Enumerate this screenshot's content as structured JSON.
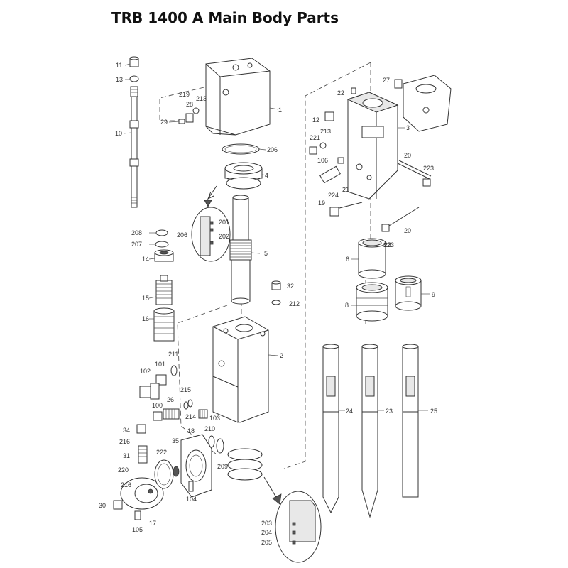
{
  "title": "TRB 1400 A Main Body Parts",
  "callouts": [
    "1",
    "2",
    "3",
    "4",
    "5",
    "6",
    "8",
    "9",
    "10",
    "11",
    "12",
    "13",
    "14",
    "15",
    "16",
    "17",
    "18",
    "19",
    "20",
    "20",
    "21",
    "22",
    "23",
    "23",
    "24",
    "25",
    "26",
    "27",
    "28",
    "29",
    "30",
    "31",
    "32",
    "34",
    "35",
    "100",
    "101",
    "102",
    "103",
    "104",
    "105",
    "106",
    "201",
    "202",
    "203",
    "204",
    "205",
    "206",
    "206",
    "207",
    "208",
    "209",
    "210",
    "211",
    "212",
    "213",
    "213",
    "214",
    "215",
    "216",
    "216",
    "219",
    "220",
    "221",
    "222",
    "223",
    "223",
    "224"
  ]
}
